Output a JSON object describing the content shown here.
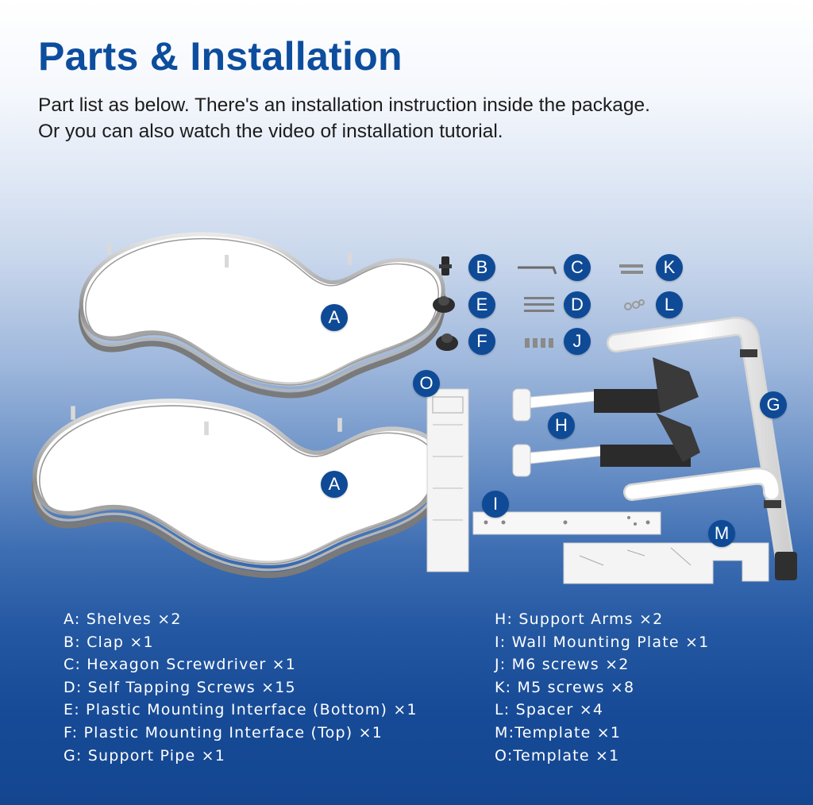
{
  "header": {
    "title": "Parts & Installation",
    "subtitle_line1": "Part list as below. There's an installation instruction inside the package.",
    "subtitle_line2": "Or you can also watch the video of installation tutorial."
  },
  "part_labels": {
    "a1": "A",
    "a2": "A",
    "b": "B",
    "c": "C",
    "d": "D",
    "e": "E",
    "f": "F",
    "g": "G",
    "h": "H",
    "i": "I",
    "j": "J",
    "k": "K",
    "l": "L",
    "m": "M",
    "o": "O"
  },
  "parts_list": {
    "left": [
      "A: Shelves ×2",
      "B: Clap ×1",
      "C: Hexagon Screwdriver ×1",
      "D: Self Tapping Screws ×15",
      "E: Plastic Mounting Interface (Bottom) ×1",
      "F: Plastic Mounting Interface (Top) ×1",
      "G: Support Pipe ×1"
    ],
    "right": [
      "H: Support Arms ×2",
      "I: Wall Mounting Plate ×1",
      "J: M6 screws ×2",
      "K: M5 screws ×8",
      "L: Spacer ×4",
      "M:Template ×1",
      "O:Template ×1"
    ]
  },
  "colors": {
    "title": "#0d4d9e",
    "label_badge": "#0f4a96",
    "legend_text": "#ffffff"
  },
  "icons": [
    "shelf-illustration",
    "clamp-illustration",
    "screwdriver-illustration",
    "screws-illustration",
    "mounting-interface-illustration",
    "support-pipe-illustration",
    "support-arm-illustration",
    "mounting-plate-illustration",
    "template-illustration"
  ]
}
